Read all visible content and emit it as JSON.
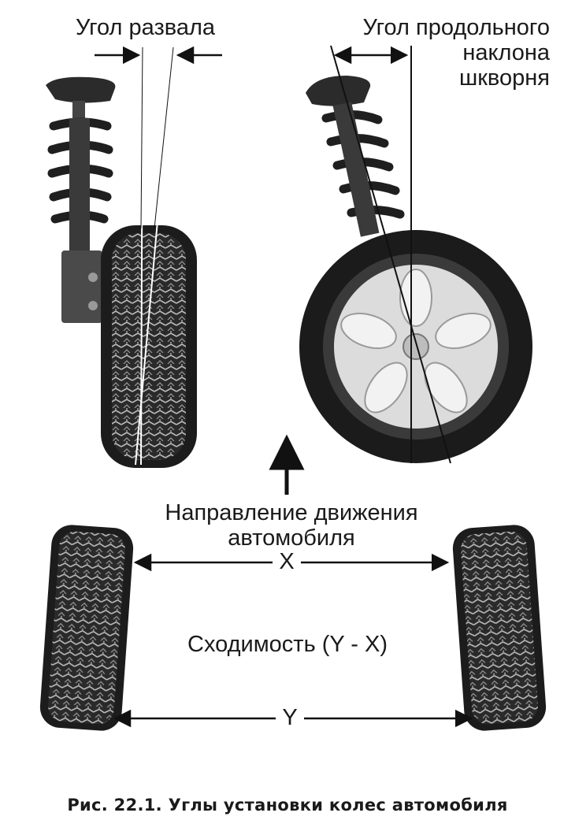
{
  "labels": {
    "camber": "Угол развала",
    "caster_line1": "Угол продольного",
    "caster_line2": "наклона",
    "caster_line3": "шкворня",
    "direction_line1": "Направление движения",
    "direction_line2": "автомобиля",
    "x_label": "X",
    "toe": "Сходимость (Y - X)",
    "y_label": "Y"
  },
  "caption": "Рис. 22.1. Углы установки колес автомобиля",
  "colors": {
    "ink": "#111111",
    "tire": "#1c1c1c",
    "rim": "#d9d9d9",
    "background": "#ffffff"
  }
}
